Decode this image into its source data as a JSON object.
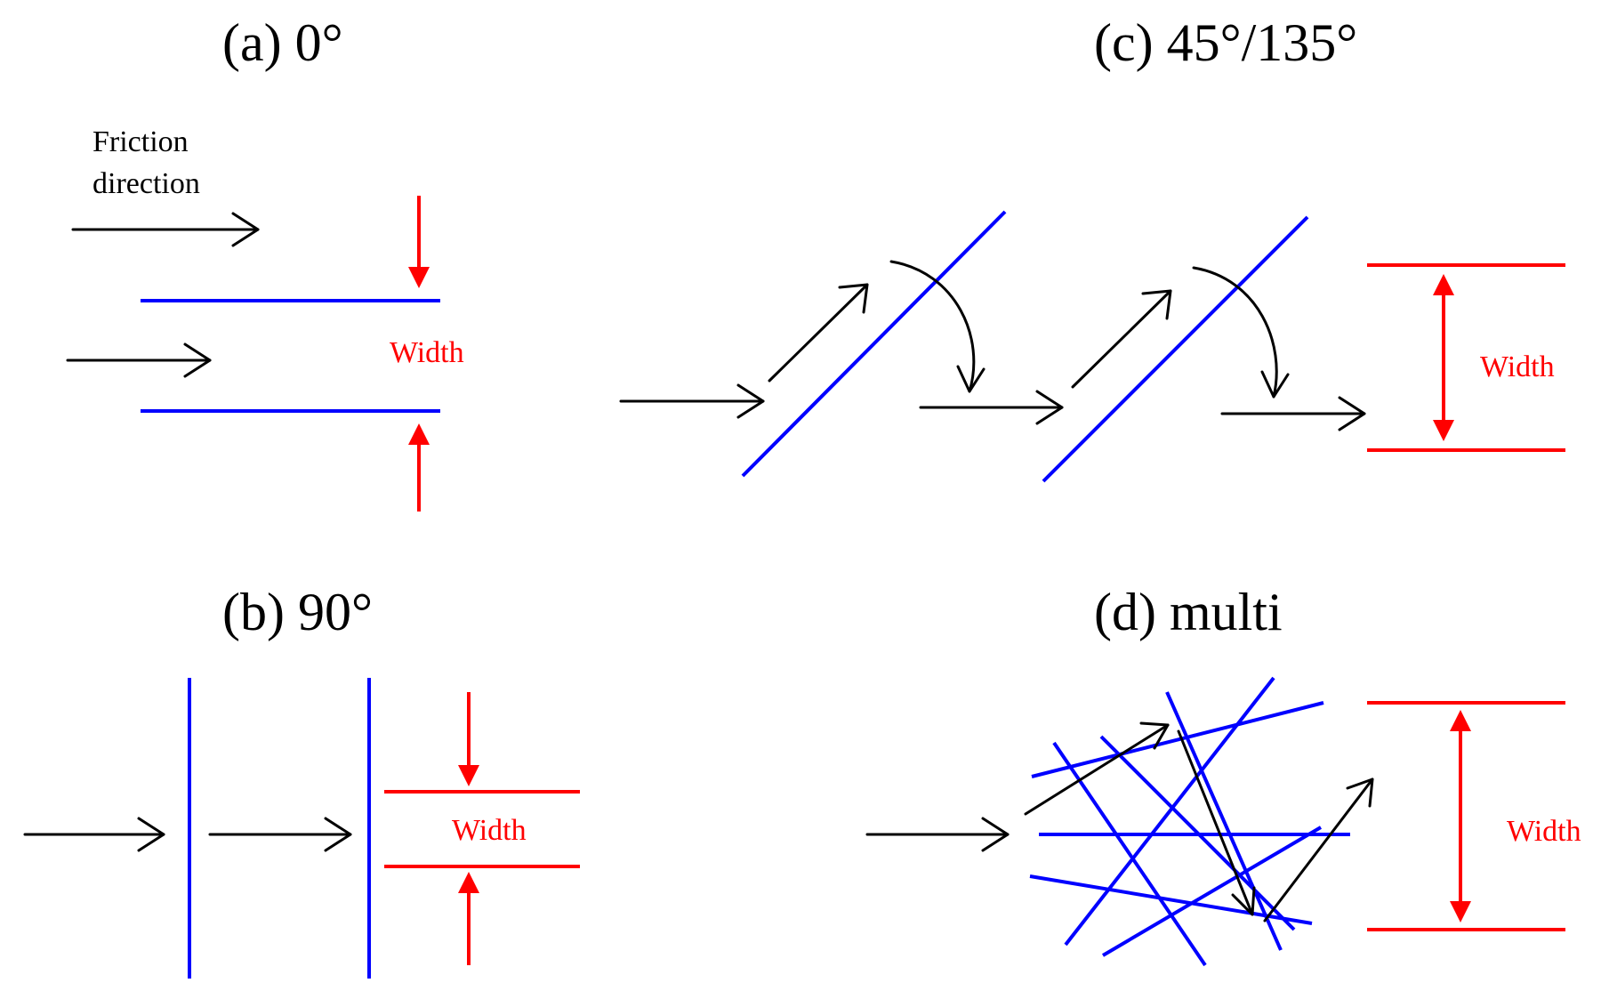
{
  "panels": {
    "a": {
      "title": "(a) 0°",
      "friction_label_line1": "Friction",
      "friction_label_line2": "direction",
      "width_label": "Width"
    },
    "b": {
      "title": "(b) 90°",
      "width_label": "Width"
    },
    "c": {
      "title": "(c) 45°/135°",
      "width_label": "Width"
    },
    "d": {
      "title": "(d) multi",
      "width_label": "Width"
    }
  },
  "colors": {
    "fiber": "#0000ff",
    "width": "#ff0000",
    "path": "#000000"
  },
  "icons": {
    "path_arrow": "open-arrowhead",
    "width_arrow": "filled-triangle-arrowhead",
    "deflection_arrow": "curved-arrow"
  }
}
